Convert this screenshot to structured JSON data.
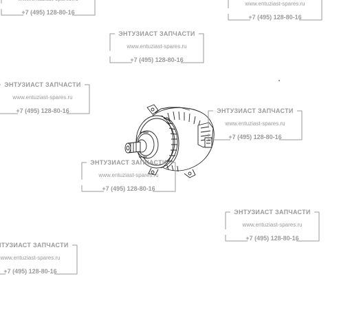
{
  "watermark": {
    "title": "ЭНТУЗИАСТ ЗАПЧАСТИ",
    "url": "www.entuziast-spares.ru",
    "phone": "+7 (495) 128-80-16",
    "color": "#9a9a9a"
  },
  "drawing": {
    "subject": "alternator-icon",
    "line_color": "#222222"
  }
}
